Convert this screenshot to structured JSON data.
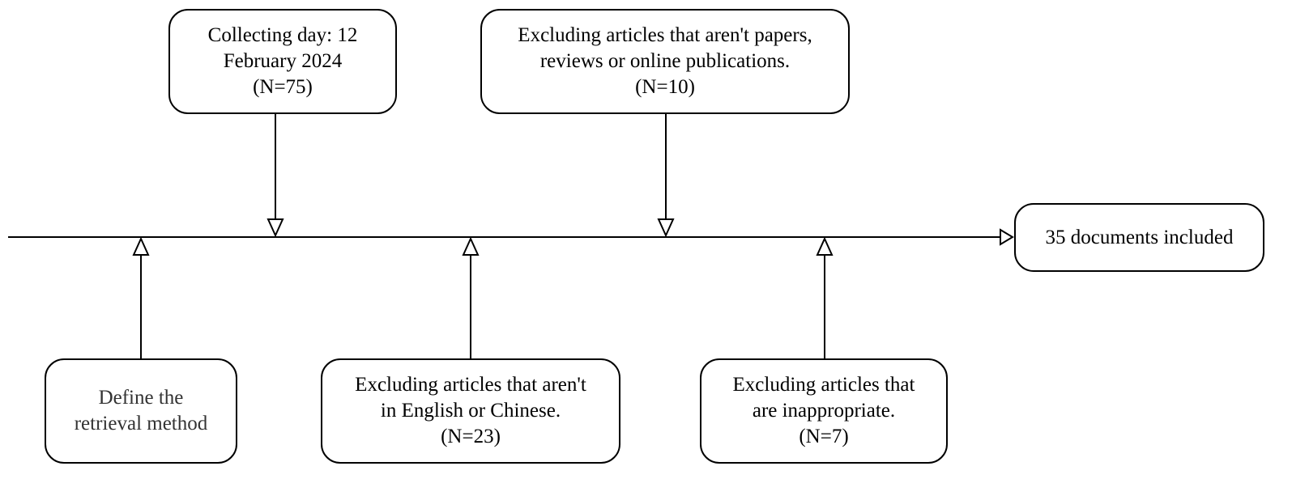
{
  "diagram": {
    "top_boxes": [
      {
        "id": "collecting",
        "lines": [
          "Collecting day: 12",
          "February 2024",
          "(N=75)"
        ]
      },
      {
        "id": "excluding-type",
        "lines": [
          "Excluding articles that aren't papers,",
          "reviews or online publications.",
          "(N=10)"
        ]
      }
    ],
    "bottom_boxes": [
      {
        "id": "define",
        "lines": [
          "Define the",
          "retrieval method"
        ]
      },
      {
        "id": "excluding-language",
        "lines": [
          "Excluding articles that aren't",
          "in English or Chinese.",
          "(N=23)"
        ]
      },
      {
        "id": "excluding-inappropriate",
        "lines": [
          "Excluding articles that",
          "are inappropriate.",
          "(N=7)"
        ]
      }
    ],
    "result_box": {
      "lines": [
        "35 documents included"
      ]
    },
    "colors": {
      "stroke": "#000000",
      "box_fill": "#ffffff",
      "text": "#000000",
      "muted_text": "#333333"
    }
  }
}
